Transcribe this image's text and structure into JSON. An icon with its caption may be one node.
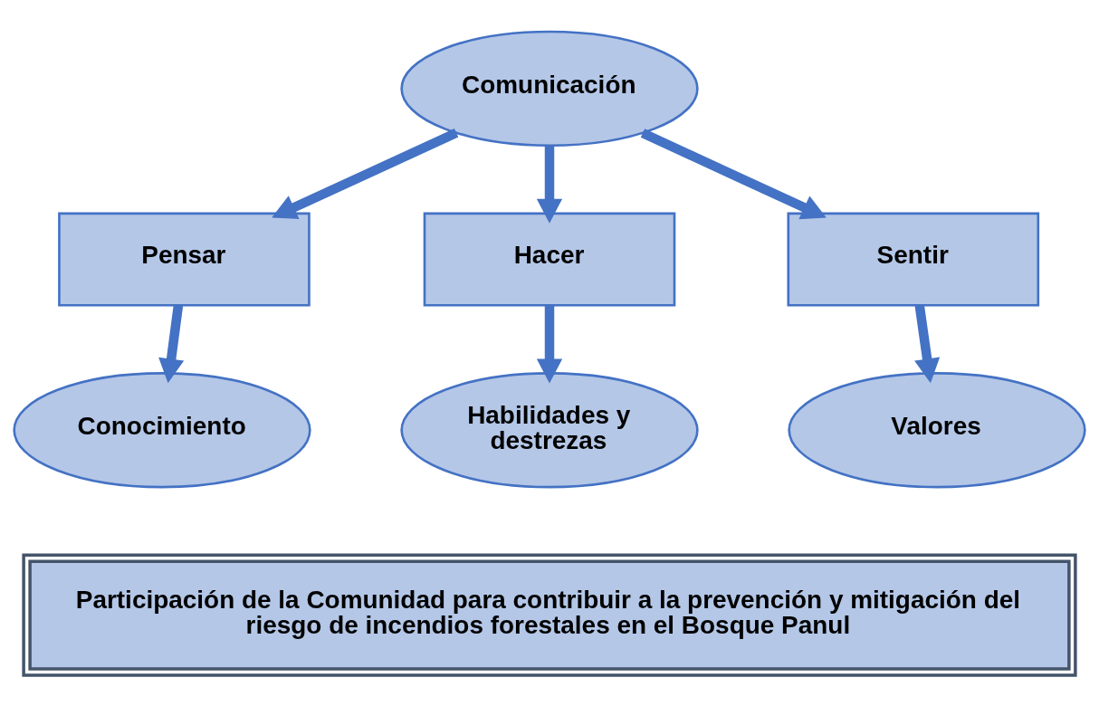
{
  "diagram": {
    "nodes": [
      {
        "text": [
          "Comunicación"
        ]
      },
      {
        "text": [
          "Pensar"
        ]
      },
      {
        "text": [
          "Hacer"
        ]
      },
      {
        "text": [
          "Sentir"
        ]
      },
      {
        "text": [
          "Conocimiento"
        ]
      },
      {
        "text": [
          "Habilidades y destrezas"
        ]
      },
      {
        "text": [
          "Valores"
        ]
      },
      {
        "text": [
          "Participación de la Comunidad para contribuir a la prevención y mitigación del riesgo de incendios forestales en el Bosque Panul"
        ]
      }
    ],
    "edges": [
      {
        "from": 0,
        "to": 1,
        "arrow": "to"
      },
      {
        "from": 0,
        "to": 2,
        "arrow": "to"
      },
      {
        "from": 0,
        "to": 3,
        "arrow": "to"
      },
      {
        "from": 1,
        "to": 4,
        "arrow": "to"
      },
      {
        "from": 2,
        "to": 5,
        "arrow": "to"
      },
      {
        "from": 3,
        "to": 6,
        "arrow": "to"
      }
    ]
  }
}
